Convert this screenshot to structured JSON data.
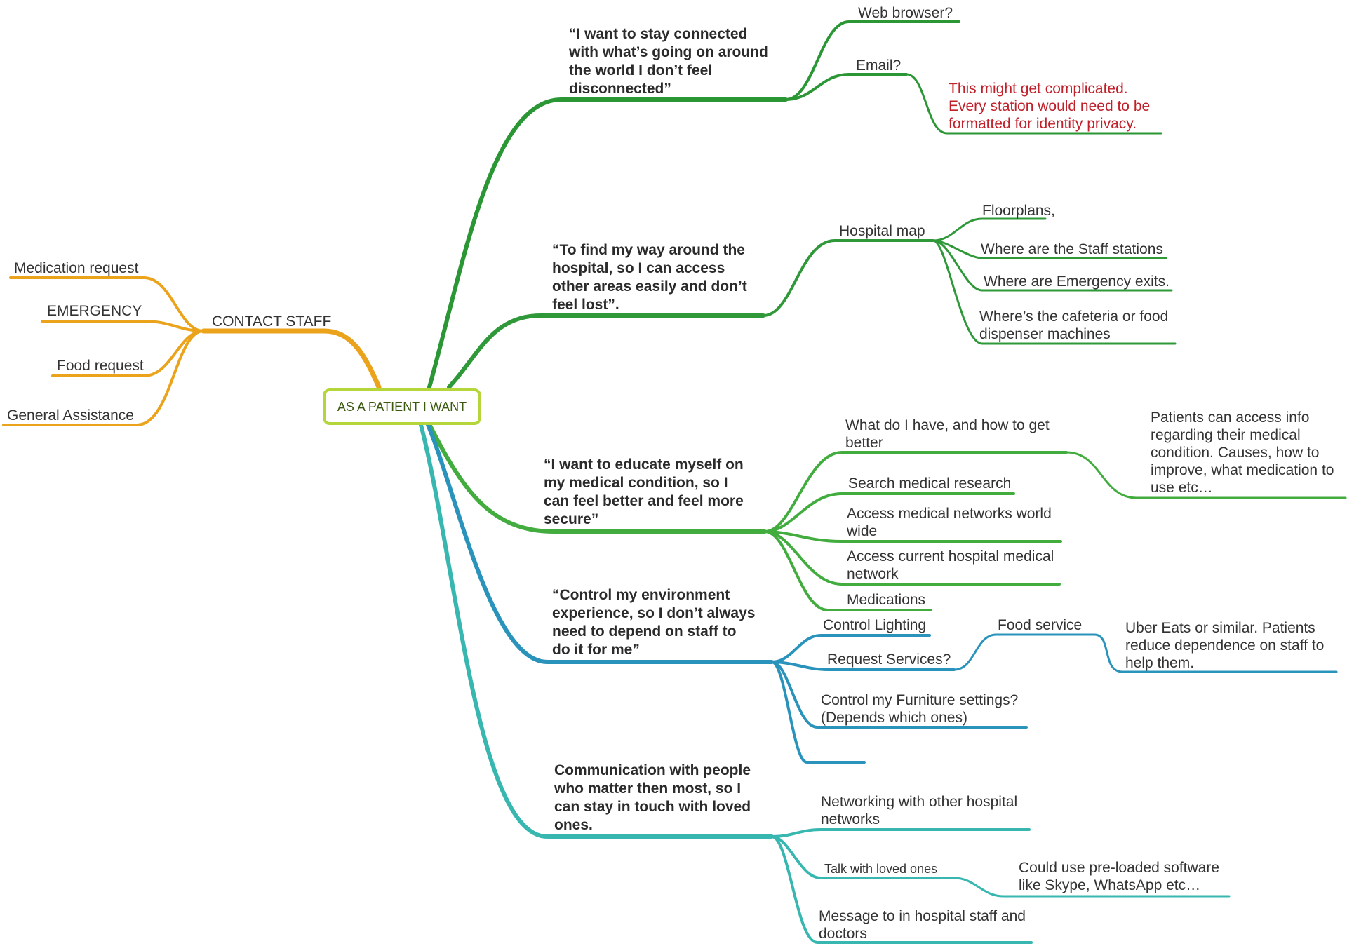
{
  "root": {
    "label": "AS A PATIENT I WANT"
  },
  "contact": {
    "label": "CONTACT STAFF",
    "items": [
      "Medication request",
      "EMERGENCY",
      "Food request",
      "General Assistance"
    ]
  },
  "b1": {
    "lines": [
      "“I want to stay connected",
      "with what’s going on around",
      "the world I don’t feel",
      "disconnected”"
    ],
    "web": "Web browser?",
    "email": "Email?",
    "note": [
      "This might get complicated.",
      "Every station would need to be",
      "formatted for identity privacy."
    ]
  },
  "b2": {
    "lines": [
      "“To find my way around the",
      "hospital, so I can access",
      "other areas easily and don’t",
      "feel lost”."
    ],
    "map": "Hospital map",
    "floor": "Floorplans,",
    "staff": "Where are the Staff stations",
    "exits": "Where are Emergency exits.",
    "cafe": [
      "Where’s the cafeteria or food",
      "dispenser machines"
    ]
  },
  "b3": {
    "lines": [
      "“I want to educate myself on",
      "my medical condition, so I",
      "can feel better and feel more",
      "secure”"
    ],
    "what": [
      "What do I have, and how to get",
      "better"
    ],
    "info": [
      "Patients can access info",
      "regarding their medical",
      "condition.  Causes, how to",
      "improve, what medication to",
      "use etc…"
    ],
    "search": "Search medical research",
    "networks": [
      "Access medical networks world",
      "wide"
    ],
    "current": [
      "Access current hospital medical",
      "network"
    ],
    "meds": "Medications"
  },
  "b4": {
    "lines": [
      "“Control my environment",
      "experience, so I don’t always",
      "need to depend on staff to",
      "do it for me”"
    ],
    "lighting": "Control Lighting",
    "request": "Request Services?",
    "food": "Food service",
    "uber": [
      "Uber Eats or similar. Patients",
      "reduce dependence on staff to",
      "help them."
    ],
    "furniture": [
      "Control my Furniture settings?",
      "(Depends which ones)"
    ]
  },
  "b5": {
    "lines": [
      "Communication with people",
      "who matter then most, so I",
      "can stay in touch with loved",
      "ones."
    ],
    "net": [
      "Networking with other hospital",
      "networks"
    ],
    "talk": "Talk with loved ones",
    "skype": [
      "Could use pre-loaded software",
      "like Skype, WhatsApp etc…"
    ],
    "msg": [
      "Message to in hospital staff and",
      "doctors"
    ]
  }
}
